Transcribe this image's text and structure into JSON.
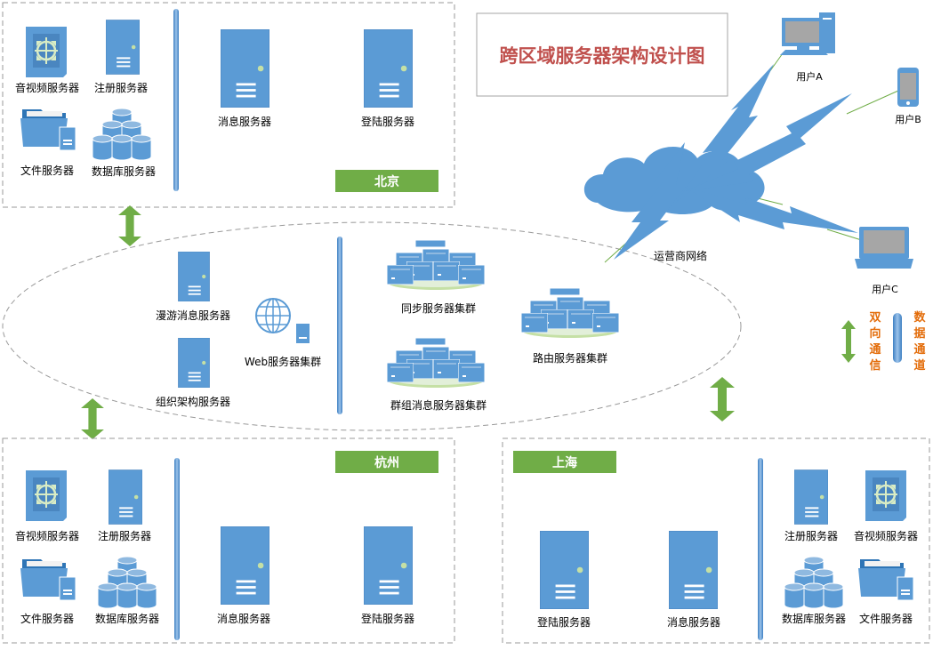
{
  "title": "跨区域服务器架构设计图",
  "regions": {
    "beijing": {
      "label": "北京",
      "items": {
        "av": "音视频服务器",
        "register": "注册服务器",
        "file": "文件服务器",
        "database": "数据库服务器",
        "message": "消息服务器",
        "login": "登陆服务器"
      }
    },
    "hangzhou": {
      "label": "杭州",
      "items": {
        "av": "音视频服务器",
        "register": "注册服务器",
        "file": "文件服务器",
        "database": "数据库服务器",
        "message": "消息服务器",
        "login": "登陆服务器"
      }
    },
    "shanghai": {
      "label": "上海",
      "items": {
        "register": "注册服务器",
        "av": "音视频服务器",
        "database": "数据库服务器",
        "file": "文件服务器",
        "login": "登陆服务器",
        "message": "消息服务器"
      }
    }
  },
  "core": {
    "roaming": "漫游消息服务器",
    "org": "组织架构服务器",
    "web": "Web服务器集群",
    "sync": "同步服务器集群",
    "group_msg": "群组消息服务器集群",
    "router": "路由服务器集群"
  },
  "network": {
    "carrier": "运营商网络",
    "user_a": "用户A",
    "user_b": "用户B",
    "user_c": "用户C"
  },
  "legend": {
    "bidirectional": "双向通信",
    "data_channel": "数据通道"
  },
  "colors": {
    "server_blue": "#5b9bd5",
    "server_light": "#8fb9e0",
    "accent_green": "#70ad47",
    "title_color": "#c0504d",
    "legend_orange": "#e36c09",
    "dash_gray": "#999999"
  }
}
